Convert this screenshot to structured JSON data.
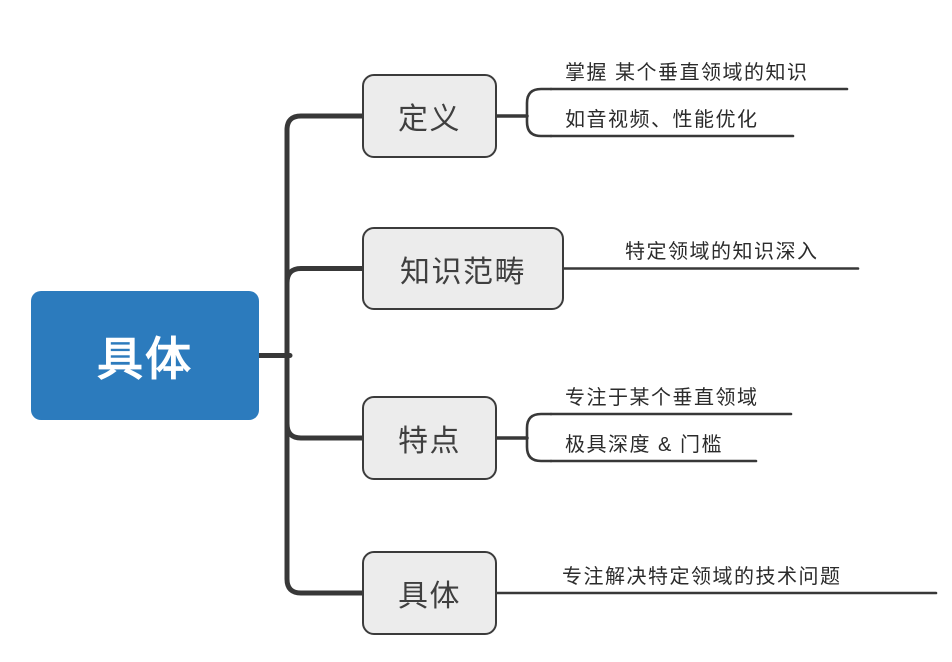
{
  "diagram_type": "mindmap",
  "root": {
    "label": "具体"
  },
  "branches": [
    {
      "label": "定义",
      "children": [
        {
          "text": "掌握 某个垂直领域的知识"
        },
        {
          "text": "如音视频、性能优化"
        }
      ]
    },
    {
      "label": "知识范畴",
      "children": [
        {
          "text": "特定领域的知识深入"
        }
      ]
    },
    {
      "label": "特点",
      "children": [
        {
          "text": "专注于某个垂直领域"
        },
        {
          "text": "极具深度 & 门槛"
        }
      ]
    },
    {
      "label": "具体",
      "children": [
        {
          "text": "专注解决特定领域的技术问题"
        }
      ]
    }
  ],
  "colors": {
    "root_fill": "#2C7BBD",
    "root_text": "#FFFFFF",
    "node_fill": "#ECECEC",
    "node_border": "#3B3B3B",
    "line": "#383838",
    "text": "#2B2B2B",
    "background": "#FFFFFF"
  }
}
